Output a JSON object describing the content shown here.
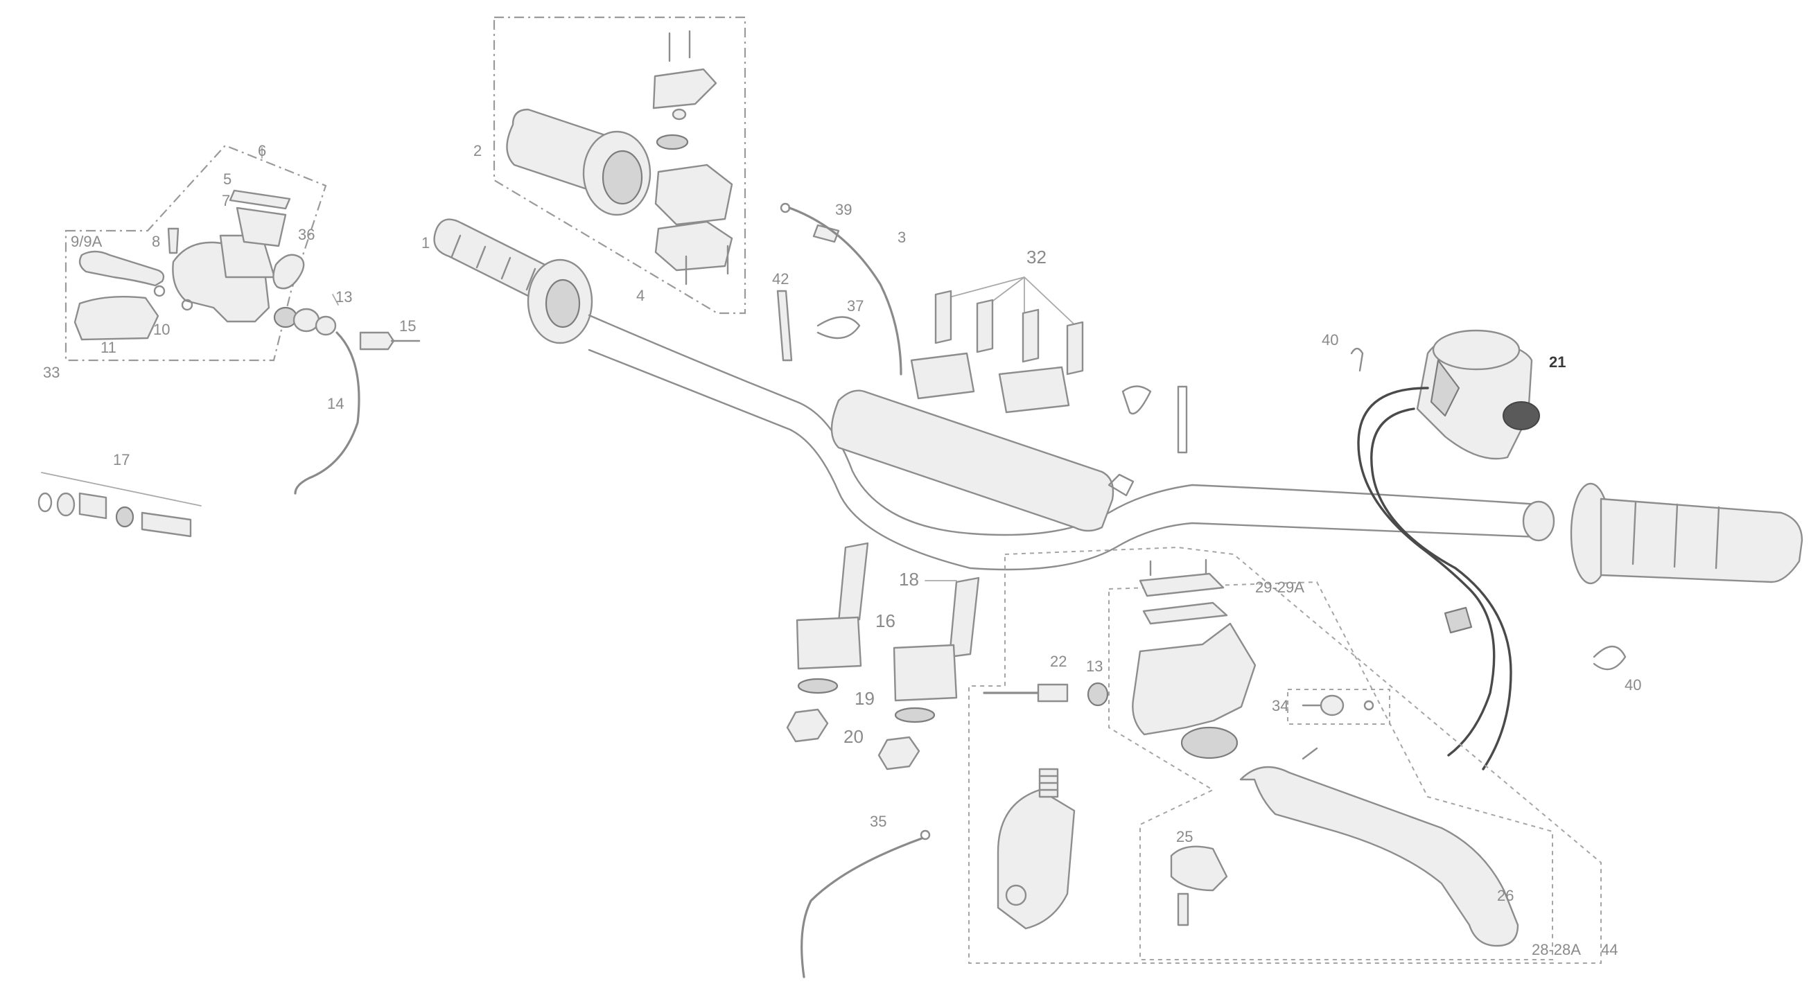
{
  "callouts": [
    {
      "id": "c1",
      "text": "1"
    },
    {
      "id": "c2",
      "text": "2"
    },
    {
      "id": "c3",
      "text": "3"
    },
    {
      "id": "c4",
      "text": "4"
    },
    {
      "id": "c5",
      "text": "5"
    },
    {
      "id": "c6",
      "text": "6"
    },
    {
      "id": "c7",
      "text": "7"
    },
    {
      "id": "c8",
      "text": "8"
    },
    {
      "id": "c9",
      "text": "9/9A"
    },
    {
      "id": "c10",
      "text": "10"
    },
    {
      "id": "c11",
      "text": "11"
    },
    {
      "id": "c13a",
      "text": "13"
    },
    {
      "id": "c13b",
      "text": "13"
    },
    {
      "id": "c14",
      "text": "14"
    },
    {
      "id": "c15",
      "text": "15"
    },
    {
      "id": "c16",
      "text": "16"
    },
    {
      "id": "c17",
      "text": "17"
    },
    {
      "id": "c18",
      "text": "18"
    },
    {
      "id": "c19",
      "text": "19"
    },
    {
      "id": "c20",
      "text": "20"
    },
    {
      "id": "c21",
      "text": "21"
    },
    {
      "id": "c22",
      "text": "22"
    },
    {
      "id": "c25",
      "text": "25"
    },
    {
      "id": "c26",
      "text": "26"
    },
    {
      "id": "c28",
      "text": "28-28A"
    },
    {
      "id": "c29",
      "text": "29-29A"
    },
    {
      "id": "c32",
      "text": "32"
    },
    {
      "id": "c33",
      "text": "33"
    },
    {
      "id": "c34",
      "text": "34"
    },
    {
      "id": "c35",
      "text": "35"
    },
    {
      "id": "c36",
      "text": "36"
    },
    {
      "id": "c37",
      "text": "37"
    },
    {
      "id": "c39",
      "text": "39"
    },
    {
      "id": "c40a",
      "text": "40"
    },
    {
      "id": "c40b",
      "text": "40"
    },
    {
      "id": "c42",
      "text": "42"
    },
    {
      "id": "c44",
      "text": "44"
    }
  ],
  "colors": {
    "background": "#ffffff",
    "line": "#8d8d8d",
    "label": "#8a8a8a",
    "label_emphasis": "#3a3a3a",
    "wire": "#4a4a4a"
  }
}
